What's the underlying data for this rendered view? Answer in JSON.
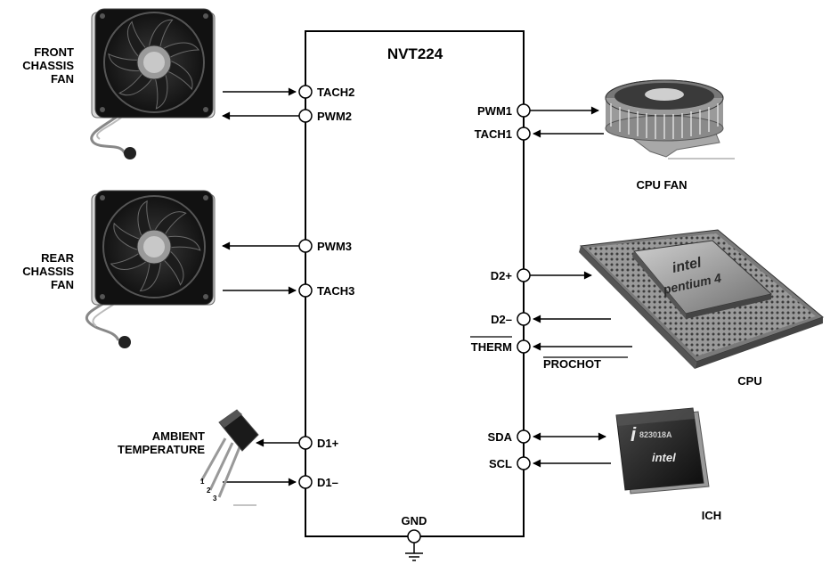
{
  "chip": {
    "name": "NVT224",
    "ground_label": "GND"
  },
  "pins_left": [
    {
      "id": "tach2",
      "label": "TACH2"
    },
    {
      "id": "pwm2",
      "label": "PWM2"
    },
    {
      "id": "pwm3",
      "label": "PWM3"
    },
    {
      "id": "tach3",
      "label": "TACH3"
    },
    {
      "id": "d1p",
      "label": "D1+"
    },
    {
      "id": "d1m",
      "label": "D1–"
    }
  ],
  "pins_right": [
    {
      "id": "pwm1",
      "label": "PWM1"
    },
    {
      "id": "tach1",
      "label": "TACH1"
    },
    {
      "id": "d2p",
      "label": "D2+"
    },
    {
      "id": "d2m",
      "label": "D2–"
    },
    {
      "id": "therm",
      "label": "THERM",
      "overline": true
    },
    {
      "id": "sda",
      "label": "SDA"
    },
    {
      "id": "scl",
      "label": "SCL"
    }
  ],
  "devices": {
    "front_fan": {
      "label_lines": [
        "FRONT",
        "CHASSIS",
        "FAN"
      ],
      "icon": "case-fan-icon"
    },
    "rear_fan": {
      "label_lines": [
        "REAR",
        "CHASSIS",
        "FAN"
      ],
      "icon": "case-fan-icon"
    },
    "ambient": {
      "label_lines": [
        "AMBIENT",
        "TEMPERATURE"
      ],
      "icon": "temperature-sensor-icon",
      "pin_numbers": [
        "1",
        "2",
        "3"
      ]
    },
    "cpu_fan": {
      "label": "CPU FAN",
      "icon": "cpu-cooler-icon"
    },
    "cpu": {
      "label": "CPU",
      "icon": "processor-icon",
      "marking_lines": [
        "intel",
        "pentium 4"
      ]
    },
    "ich": {
      "label": "ICH",
      "icon": "chip-icon",
      "marking_lines": [
        "823018A",
        "intel"
      ]
    }
  },
  "signals": {
    "prochot": "PROCHOT"
  }
}
